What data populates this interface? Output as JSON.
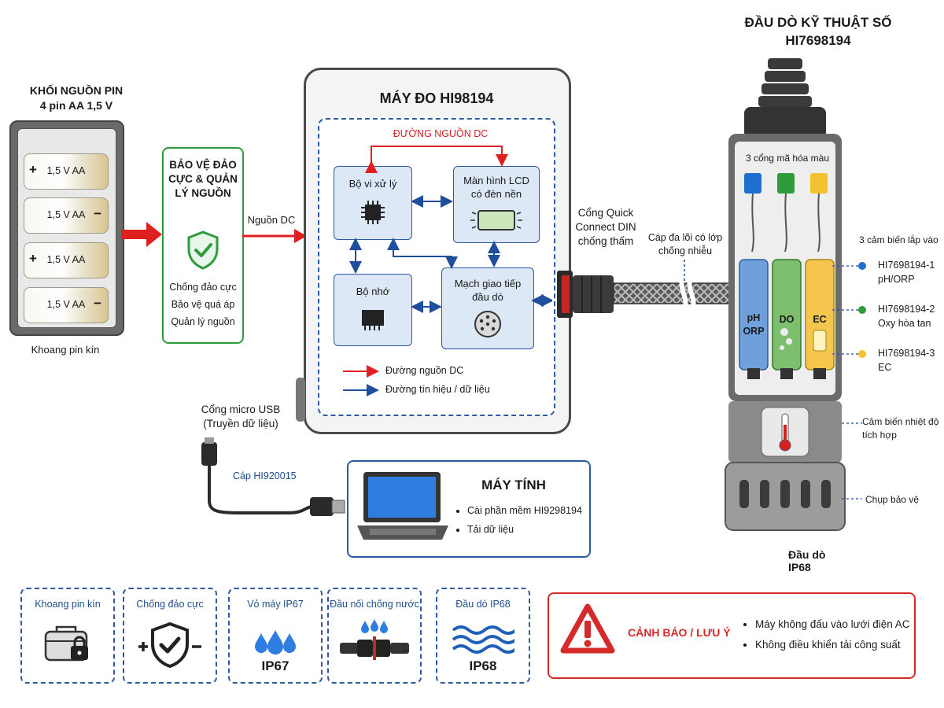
{
  "battery_block": {
    "title_line1": "KHỐI NGUỒN PIN",
    "title_line2": "4 pin AA 1,5 V",
    "cells": [
      "1,5 V AA",
      "1,5 V AA",
      "1,5 V AA",
      "1,5 V AA"
    ],
    "plus_sign": "+",
    "minus_sign": "−",
    "caption": "Khoang pin kín"
  },
  "protection_block": {
    "title": "BẢO VỆ ĐẢO CỰC & QUẢN LÝ NGUỒN",
    "items": [
      "Chống đảo cực",
      "Bảo vệ quá áp",
      "Quản lý nguồn"
    ]
  },
  "dc_label": "Nguồn DC",
  "meter": {
    "title": "MÁY ĐO HI98194",
    "dc_bus_label": "ĐƯỜNG NGUỒN DC",
    "cpu": "Bộ vi xử lý",
    "lcd": "Màn hình LCD có đèn nền",
    "memory": "Bộ nhớ",
    "probe_interface": "Mạch giao tiếp đầu dò",
    "legend_power": "Đường nguồn DC",
    "legend_signal": "Đường tín hiệu / dữ liệu"
  },
  "din_port": "Cổng Quick Connect DIN chống thấm",
  "usb": {
    "port_label": "Cổng micro USB (Truyền dữ liệu)",
    "cable_label": "Cáp HI920015"
  },
  "computer": {
    "title": "MÁY TÍNH",
    "items": [
      "Cài phần mềm HI9298194",
      "Tải dữ liệu"
    ]
  },
  "cable_label": "Cáp đa lõi có lớp chống nhiễu",
  "probe": {
    "title_line1": "ĐẦU DÒ KỸ THUẬT SỐ",
    "title_line2": "HI7698194",
    "ports_label": "3 cổng mã hóa màu",
    "sensor_labels": [
      "pH ORP",
      "DO",
      "EC"
    ],
    "sensors_heading": "3 cảm biến lắp vào",
    "sensors": [
      {
        "code": "HI7698194-1",
        "desc": "pH/ORP",
        "color": "#1f6fd1"
      },
      {
        "code": "HI7698194-2",
        "desc": "Oxy hòa tan",
        "color": "#2e9b3c"
      },
      {
        "code": "HI7698194-3",
        "desc": "EC",
        "color": "#f2c230"
      }
    ],
    "temp_sensor": "Cảm biến nhiệt độ tích hợp",
    "guard": "Chụp bảo vệ",
    "caption": "Đầu dò IP68"
  },
  "features": [
    {
      "title": "Khoang pin kín",
      "badge": "",
      "icon": "sealed-case-icon"
    },
    {
      "title": "Chống đảo cực",
      "badge": "",
      "icon": "polarity-shield-icon"
    },
    {
      "title": "Vỏ máy IP67",
      "badge": "IP67",
      "icon": "water-drops-icon"
    },
    {
      "title": "Đầu nối chống nước",
      "badge": "",
      "icon": "waterproof-connector-icon"
    },
    {
      "title": "Đầu dò IP68",
      "badge": "IP68",
      "icon": "waves-icon"
    }
  ],
  "warning": {
    "title": "CẢNH BÁO / LƯU Ý",
    "items": [
      "Máy không đấu vào lưới điện AC",
      "Không điều khiển tải công suất"
    ]
  },
  "colors": {
    "power_line": "#e02020",
    "signal_line": "#1f4e9c",
    "frame_blue": "#2c5aa0",
    "protection_green": "#2e9b3c",
    "warning_red": "#d42a2a"
  }
}
